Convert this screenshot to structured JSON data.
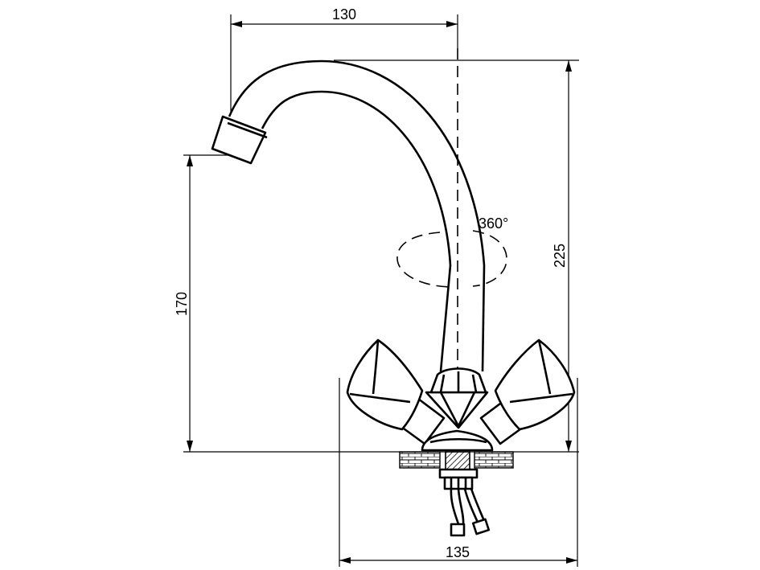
{
  "dimensions": {
    "spout_reach": "130",
    "total_height": "225",
    "spout_height": "170",
    "base_width": "135",
    "rotation": "360°"
  },
  "colors": {
    "line": "#000000",
    "background": "#ffffff"
  }
}
